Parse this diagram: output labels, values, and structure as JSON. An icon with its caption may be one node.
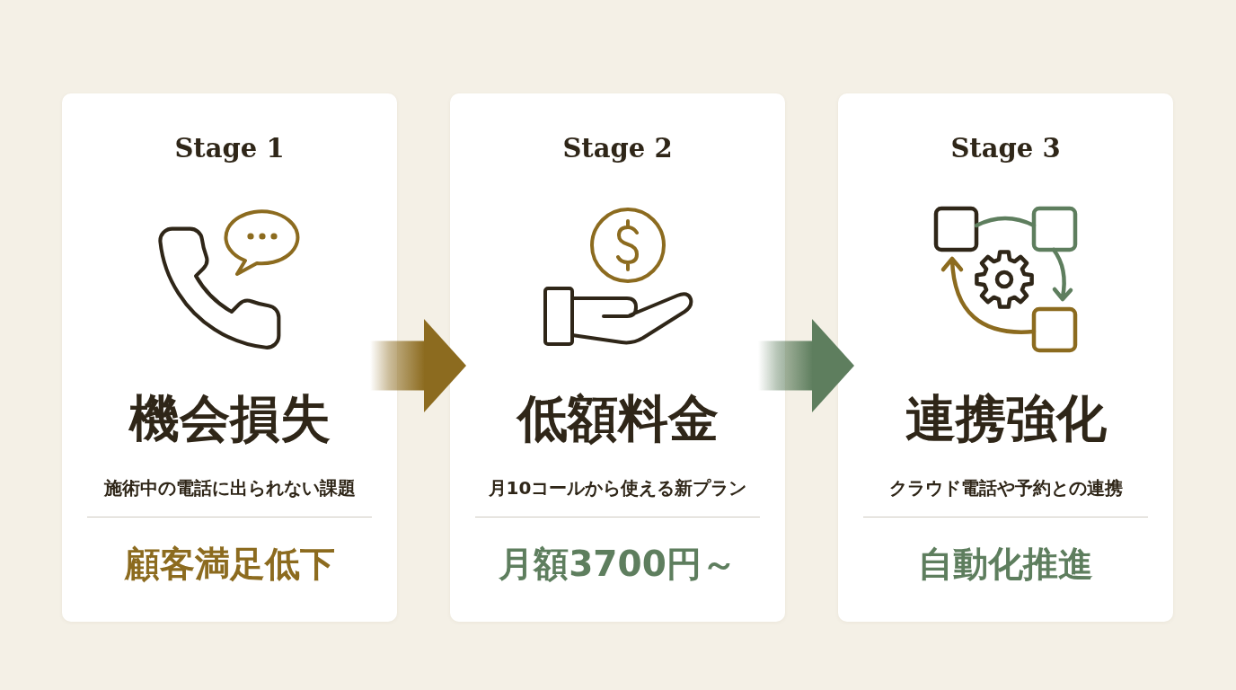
{
  "diagram": {
    "nodes": [
      {
        "text": [
          "Stage 1",
          "機会損失",
          "施術中の電話に出られない課題",
          "顧客満足低下"
        ]
      },
      {
        "text": [
          "Stage 2",
          "低額料金",
          "月10コールから使える新プラン",
          "月額3700円～"
        ]
      },
      {
        "text": [
          "Stage 3",
          "連携強化",
          "クラウド電話や予約との連携",
          "自動化推進"
        ]
      }
    ],
    "edges": [
      {
        "from": 0,
        "to": 1,
        "arrow": "to",
        "color": "#8c6b1f"
      },
      {
        "from": 1,
        "to": 2,
        "arrow": "to",
        "color": "#5e7e5e"
      }
    ]
  }
}
